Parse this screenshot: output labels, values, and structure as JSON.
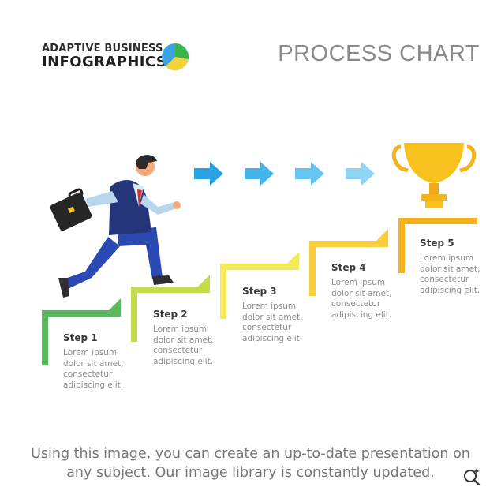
{
  "header": {
    "brand_line1": "ADAPTIVE BUSINESS",
    "brand_line2": "INFOGRAPHICS",
    "title": "PROCESS CHART"
  },
  "steps": [
    {
      "label": "Step 1",
      "text": "Lorem ipsum\ndolor sit amet,\nconsectetur\nadipiscing elit.",
      "color": "#5cb85c"
    },
    {
      "label": "Step 2",
      "text": "Lorem ipsum\ndolor sit amet,\nconsectetur\nadipiscing elit.",
      "color": "#c5dc4a"
    },
    {
      "label": "Step 3",
      "text": "Lorem ipsum\ndolor sit amet,\nconsectetur\nadipiscing elit.",
      "color": "#f3ea5a"
    },
    {
      "label": "Step 4",
      "text": "Lorem ipsum\ndolor sit amet,\nconsectetur\nadipiscing elit.",
      "color": "#f8cf3a"
    },
    {
      "label": "Step 5",
      "text": "Lorem ipsum\ndolor sit amet,\nconsectetur\nadipiscing elit.",
      "color": "#f6b21b"
    }
  ],
  "arrows": {
    "count": 4,
    "colors": [
      "#2aa3e6",
      "#45b4ec",
      "#66c6f1",
      "#8fd6f6"
    ]
  },
  "caption": {
    "line1": "Using this image, you can create an up-to-date presentation on",
    "line2": "any subject. Our image library is constantly updated."
  },
  "icons": {
    "logo": "tricolor-pie-logo",
    "figure": "running-businessman",
    "briefcase": "briefcase-icon",
    "trophy": "trophy-icon",
    "lens": "visual-search-icon"
  }
}
